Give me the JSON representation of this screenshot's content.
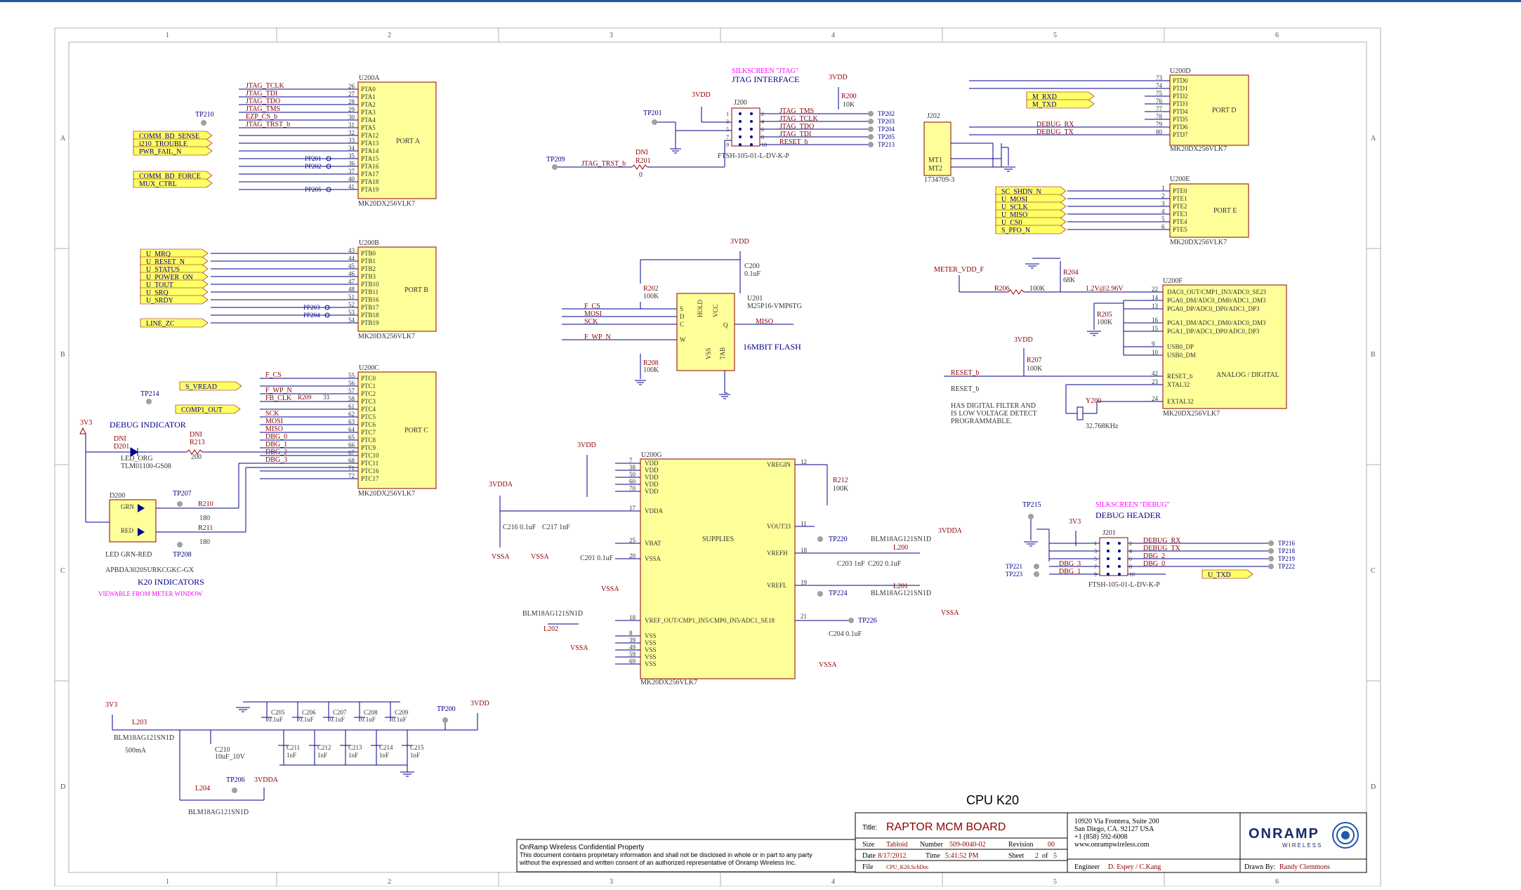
{
  "sheet": {
    "colors": {
      "wire": "#00008b",
      "part": "#8b0000",
      "fill": "#ffff99",
      "border": "#808080",
      "magenta": "#ff00ff",
      "label_fill": "#ffff66",
      "net_label": "#8b0000",
      "title_text": "#8b0000",
      "top_bar": "#1f5aa6"
    },
    "cols": [
      "1",
      "2",
      "3",
      "4",
      "5",
      "6"
    ],
    "rows": [
      "A",
      "B",
      "C",
      "D"
    ]
  },
  "u200a": {
    "ref": "U200A",
    "part": "MK20DX256VLK7",
    "title": "PORT A",
    "pins": [
      {
        "n": "26",
        "p": "PTA0"
      },
      {
        "n": "27",
        "p": "PTA1"
      },
      {
        "n": "28",
        "p": "PTA2"
      },
      {
        "n": "29",
        "p": "PTA3"
      },
      {
        "n": "30",
        "p": "PTA4"
      },
      {
        "n": "31",
        "p": "PTA5"
      },
      {
        "n": "32",
        "p": "PTA12"
      },
      {
        "n": "33",
        "p": "PTA13"
      },
      {
        "n": "34",
        "p": "PTA14"
      },
      {
        "n": "35",
        "p": "PTA15"
      },
      {
        "n": "36",
        "p": "PTA16"
      },
      {
        "n": "37",
        "p": "PTA17"
      },
      {
        "n": "40",
        "p": "PTA18"
      },
      {
        "n": "41",
        "p": "PTA19"
      }
    ],
    "nets": [
      "JTAG_TCLK",
      "JTAG_TDI",
      "JTAG_TDO",
      "JTAG_TMS",
      "EZP_CS_b",
      "JTAG_TRST_b",
      "COMM_BD_SENSE",
      "i210_TROUBLE",
      "PWR_FAIL_N",
      "COMM_BD_FORCE",
      "MUX_CTRL"
    ],
    "tps": [
      "TP210",
      "PP201",
      "PP202",
      "PP205"
    ]
  },
  "u200b": {
    "ref": "U200B",
    "part": "MK20DX256VLK7",
    "title": "PORT B",
    "pins": [
      {
        "n": "43",
        "p": "PTB0"
      },
      {
        "n": "44",
        "p": "PTB1"
      },
      {
        "n": "45",
        "p": "PTB2"
      },
      {
        "n": "46",
        "p": "PTB3"
      },
      {
        "n": "47",
        "p": "PTB10"
      },
      {
        "n": "48",
        "p": "PTB11"
      },
      {
        "n": "51",
        "p": "PTB16"
      },
      {
        "n": "52",
        "p": "PTB17"
      },
      {
        "n": "53",
        "p": "PTB18"
      },
      {
        "n": "54",
        "p": "PTB19"
      }
    ],
    "nets": [
      "U_MRQ",
      "U_RESET_N",
      "U_STATUS",
      "U_POWER_ON",
      "U_TOUT",
      "U_SRQ",
      "U_SRDY",
      "LINE_ZC"
    ],
    "tps": [
      "PP203",
      "PP204"
    ]
  },
  "u200c": {
    "ref": "U200C",
    "part": "MK20DX256VLK7",
    "title": "PORT C",
    "pins": [
      {
        "n": "55",
        "p": "PTC0"
      },
      {
        "n": "56",
        "p": "PTC1"
      },
      {
        "n": "57",
        "p": "PTC2"
      },
      {
        "n": "58",
        "p": "PTC3"
      },
      {
        "n": "61",
        "p": "PTC4"
      },
      {
        "n": "62",
        "p": "PTC5"
      },
      {
        "n": "63",
        "p": "PTC6"
      },
      {
        "n": "64",
        "p": "PTC7"
      },
      {
        "n": "65",
        "p": "PTC8"
      },
      {
        "n": "66",
        "p": "PTC9"
      },
      {
        "n": "67",
        "p": "PTC10"
      },
      {
        "n": "68",
        "p": "PTC11"
      },
      {
        "n": "71",
        "p": "PTC16"
      },
      {
        "n": "72",
        "p": "PTC17"
      }
    ],
    "nets": [
      "F_CS",
      "S_VREAD",
      "F_WP_N",
      "FB_CLK",
      "COMP1_OUT",
      "SCK",
      "MOSI",
      "MISO",
      "DBG_0",
      "DBG_1",
      "DBG_2",
      "DBG_3"
    ],
    "r209": [
      "R209",
      "33"
    ],
    "tp": "TP214"
  },
  "debug_ind": {
    "title": "DEBUG INDICATOR",
    "pwr": "3V3",
    "d201": [
      "DNI",
      "D201",
      "LED_ORG",
      "TLM01100-GS08"
    ],
    "r213": [
      "DNI",
      "R213",
      "200"
    ],
    "d200": [
      "D200",
      "GRN",
      "RED",
      "LED GRN-RED",
      "APBDA3020SURKCGKC-GX"
    ],
    "r210": [
      "R210",
      "180"
    ],
    "r211": [
      "R211",
      "180"
    ],
    "tp207": "TP207",
    "tp208": "TP208",
    "k20": "K20 INDICATORS",
    "view": "VIEWABLE FROM METER WINDOW"
  },
  "jtag": {
    "silk": "SILKSCREEN \"JTAG\"",
    "title": "JTAG INTERFACE",
    "ref": "J200",
    "part": "FTSH-105-01-L-DV-K-P",
    "pwr": "3VDD",
    "tp201": "TP201",
    "tp209": "TP209",
    "r200": [
      "R200",
      "10K"
    ],
    "r201": [
      "DNI",
      "R201",
      "0"
    ],
    "trst": "JTAG_TRST_b",
    "nets": [
      "JTAG_TMS",
      "JTAG_TCLK",
      "JTAG_TDO",
      "JTAG_TDI",
      "RESET_b"
    ],
    "tps": [
      "TP202",
      "TP203",
      "TP204",
      "TP205",
      "TP213"
    ]
  },
  "flash": {
    "ref": "U201",
    "part": "M25P16-VMP6TG",
    "title": "16MBIT FLASH",
    "pwr": "3VDD",
    "c200": [
      "C200",
      "0.1uF"
    ],
    "r202": [
      "R202",
      "100K"
    ],
    "r208": [
      "R208",
      "100K"
    ],
    "nets": [
      "F_CS",
      "MOSI",
      "SCK",
      "F_WP_N",
      "MISO"
    ],
    "pins": [
      "S",
      "D",
      "C",
      "W",
      "Q",
      "HOLD",
      "VCC",
      "VSS",
      "TAB"
    ]
  },
  "supplies": {
    "ref": "U200G",
    "part": "MK20DX256VLK7",
    "title": "SUPPLIES",
    "pwr": "3VDD",
    "vdda": "3VDDA",
    "vssa": "VSSA",
    "left": [
      "VDD",
      "VDD",
      "VDD",
      "VDD",
      "VDD",
      "VDDA",
      "VBAT",
      "VSSA",
      "VREF_OUT/CMP1_IN5/CMP0_IN5/ADC1_SE18",
      "VSS",
      "VSS",
      "VSS",
      "VSS",
      "VSS"
    ],
    "right": [
      "VREGIN",
      "VOUT33",
      "VREFH",
      "VREFL"
    ],
    "caps": [
      "C216 0.1uF",
      "C217 1nF",
      "C201 0.1uF",
      "C203 1nF",
      "C202 0.1uF",
      "C204 0.1uF"
    ],
    "r212": [
      "R212",
      "100K"
    ],
    "ferr": [
      "BLM18AG121SN1D",
      "L200",
      "L201",
      "L202"
    ],
    "tps": [
      "TP220",
      "TP224",
      "TP226"
    ]
  },
  "port_d": {
    "ref": "U200D",
    "part": "MK20DX256VLK7",
    "title": "PORT D",
    "pins": [
      "PTD0",
      "PTD1",
      "PTD2",
      "PTD3",
      "PTD4",
      "PTD5",
      "PTD6",
      "PTD7"
    ],
    "nums": [
      "73",
      "74",
      "75",
      "76",
      "77",
      "78",
      "79",
      "80"
    ],
    "nets": [
      "M_RXD",
      "M_TXD",
      "DEBUG_RX",
      "DEBUG_TX"
    ]
  },
  "j202": {
    "ref": "J202",
    "part": "1734709-3",
    "mt": [
      "MT1",
      "MT2"
    ]
  },
  "port_e": {
    "ref": "U200E",
    "part": "MK20DX256VLK7",
    "title": "PORT E",
    "pins": [
      "PTE0",
      "PTE1",
      "PTE2",
      "PTE3",
      "PTE4",
      "PTE5"
    ],
    "nets": [
      "SC_SHDN_N",
      "U_MOSI",
      "U_SCLK",
      "U_MISO",
      "U_CS0",
      "S_PFO_N"
    ]
  },
  "analog": {
    "ref": "U200F",
    "part": "MK20DX256VLK7",
    "title": "ANALOG / DIGITAL",
    "meter": "METER_VDD_F",
    "pins": [
      "DAC0_OUT/CMP1_IN3/ADC0_SE23",
      "PGA0_DM/ADC0_DM0/ADC1_DM3",
      "PGA0_DP/ADC0_DP0/ADC1_DP3",
      "PGA1_DM/ADC1_DM0/ADC0_DM3",
      "PGA1_DP/ADC1_DP0/ADC0_DP3",
      "USB0_DP",
      "USB0_DM",
      "RESET_b",
      "XTAL32",
      "EXTAL32"
    ],
    "r206": [
      "R206",
      "100K"
    ],
    "r204": [
      "R204",
      "68K"
    ],
    "r205": [
      "R205",
      "100K"
    ],
    "r207": [
      "R207",
      "100K"
    ],
    "volt": "1.2V@2.96V",
    "pwr": "3VDD",
    "reset": "RESET_b",
    "note": [
      "RESET_b",
      "HAS DIGITAL FILTER AND",
      "IS LOW VOLTAGE DETECT",
      "PROGRAMMABLE."
    ],
    "y200": [
      "Y200",
      "32.768KHz"
    ]
  },
  "dbg_hdr": {
    "silk": "SILKSCREEN \"DEBUG\"",
    "title": "DEBUG HEADER",
    "ref": "J201",
    "part": "FTSH-105-01-L-DV-K-P",
    "pwr": "3V3",
    "nets": [
      "DEBUG_RX",
      "DEBUG_TX",
      "DBG_2",
      "DBG_0",
      "DBG_3",
      "DBG_1",
      "U_TXD"
    ],
    "tps": [
      "TP215",
      "TP216",
      "TP218",
      "TP219",
      "TP222",
      "TP221",
      "TP223"
    ]
  },
  "bypass": {
    "pwr": "3V3",
    "out": "3VDD",
    "vdda": "3VDDA",
    "l203": [
      "L203",
      "BLM18AG121SN1D",
      "500mA"
    ],
    "c210": [
      "C210",
      "10uF_10V"
    ],
    "top": [
      "C205 0.1uF",
      "C206 0.1uF",
      "C207 0.1uF",
      "C208 0.1uF",
      "C209 0.1uF"
    ],
    "bot": [
      "C211 1nF",
      "C212 1nF",
      "C213 1nF",
      "C214 1nF",
      "C215 1nF"
    ],
    "tp200": "TP200",
    "tp206": "TP206",
    "l204": [
      "L204",
      "BLM18AG121SN1D"
    ]
  },
  "confidential": {
    "title": "OnRamp Wireless Confidential Property",
    "body1": "This document contains proprietary information and shall not be disclosed in whole or in part to any party",
    "body2": "without the expressed and written consent of an authorized representative of Onramp Wireless Inc."
  },
  "title_block": {
    "sheet_name": "CPU K20",
    "title_label": "Title:",
    "title": "RAPTOR MCM BOARD",
    "size_label": "Size",
    "size": "Tabloid",
    "number_label": "Number",
    "number": "509-0040-02",
    "revision_label": "Revision",
    "revision": "00",
    "date_label": "Date",
    "date": "8/17/2012",
    "time_label": "Time",
    "time": "5:41:52 PM",
    "sheet_label": "Sheet",
    "sheet": "2",
    "of": "of",
    "total": "5",
    "file_label": "File",
    "file": "CPU_K20.SchDoc",
    "addr1": "10920 Via Frontera, Suite 200",
    "addr2": "San Diego, CA. 92127 USA",
    "phone": "+1 (858) 592-6008",
    "web": "www.onrampwireless.com",
    "eng_label": "Engineer",
    "eng": "D. Espey / C.Kang",
    "drawn_label": "Drawn By:",
    "drawn": "Randy Clemmons",
    "logo": "ONRAMP",
    "logo_sub": "WIRELESS"
  }
}
